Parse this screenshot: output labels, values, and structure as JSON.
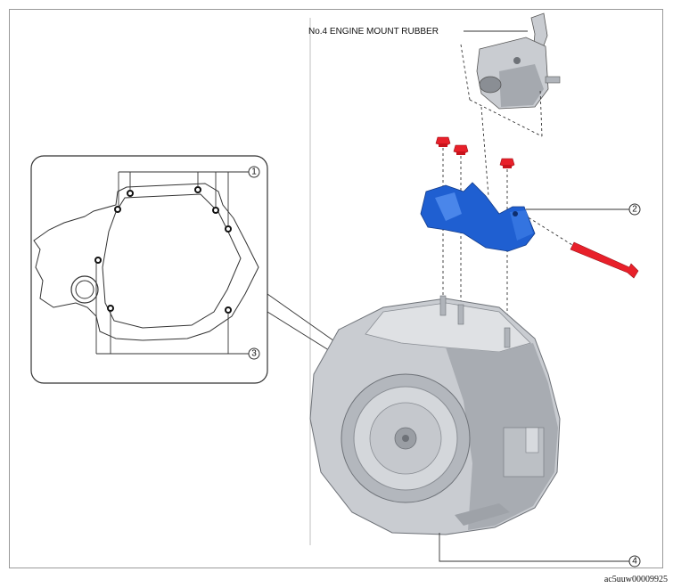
{
  "labels": {
    "engine_mount": "No.4 ENGINE MOUNT RUBBER",
    "ref_code": "ac5uuw00009925"
  },
  "callouts": [
    "1",
    "2",
    "3",
    "4"
  ],
  "colors": {
    "bracket": "#1f5fd1",
    "bolt_red": "#e8202a",
    "metal": "#c9ccd1",
    "metal_dark": "#8a8e94",
    "line": "#222222"
  }
}
